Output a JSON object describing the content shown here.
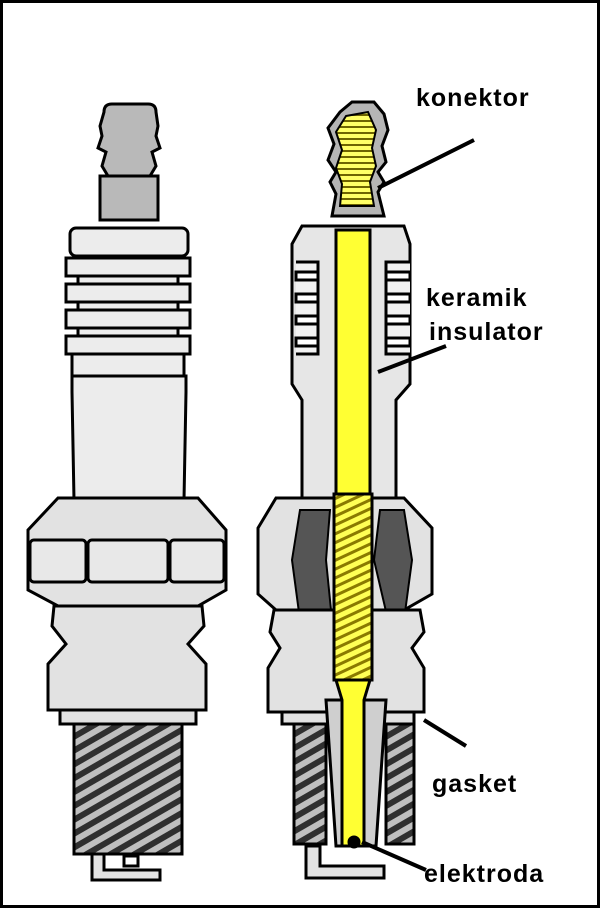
{
  "labels": {
    "connector": "konektor",
    "ceramic_line1": "keramik",
    "ceramic_line2": "insulator",
    "gasket": "gasket",
    "electrode": "elektroda"
  },
  "colors": {
    "body": "#e2e2e2",
    "outline": "#000000",
    "terminal": "#b5b5b5",
    "conductor": "#ffff33",
    "conductor_dark": "#c8b400",
    "thread": "#3a3a3a",
    "cavity": "#555555"
  }
}
